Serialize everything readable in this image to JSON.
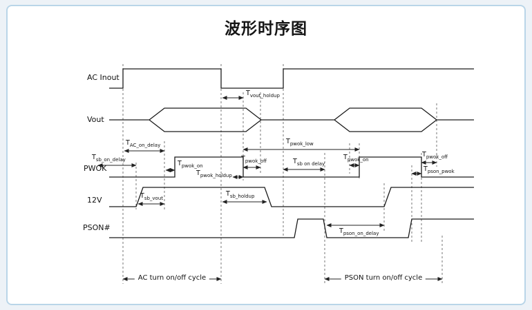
{
  "page": {
    "title": "波形时序图"
  },
  "signals": [
    {
      "label": "AC Inout"
    },
    {
      "label": "Vout"
    },
    {
      "label": "PWOK"
    },
    {
      "label": "12V"
    },
    {
      "label": "PSON#"
    }
  ],
  "annotations": {
    "ac_on_delay": {
      "main": "T",
      "sub": "AC_on_delay"
    },
    "sb_on_delay": {
      "main": "T",
      "sub": "sb_on_delay"
    },
    "pwok_on_1": {
      "main": "T",
      "sub": "pwok_on"
    },
    "pwok_holdup": {
      "main": "T",
      "sub": "pwok_holdup"
    },
    "vout_holdup": {
      "main": "T",
      "sub": "vout_holdup"
    },
    "pwok_off_1": {
      "main": "T",
      "sub": "pwok_off"
    },
    "pwok_low": {
      "main": "T",
      "sub": "pwok_low"
    },
    "sb_on_delay_2": {
      "main": "T",
      "sub": "sb on delay"
    },
    "pwok_on_2": {
      "main": "T",
      "sub": "pwok_on"
    },
    "pwok_off_2": {
      "main": "T",
      "sub": "pwok_off"
    },
    "pson_pwok": {
      "main": "T",
      "sub": "pson_pwok"
    },
    "sb_vout": {
      "main": "T",
      "sub": "sb_vout"
    },
    "sb_holdup": {
      "main": "T",
      "sub": "sb_holdup"
    },
    "pson_on_delay": {
      "main": "T",
      "sub": "pson_on_delay"
    }
  },
  "cycles": {
    "ac": "AC turn on/off cycle",
    "pson": "PSON turn on/off cycle"
  },
  "colors": {
    "line": "#1a1a1a",
    "border": "#b9d5e8",
    "page_background": "#edf2f7"
  }
}
